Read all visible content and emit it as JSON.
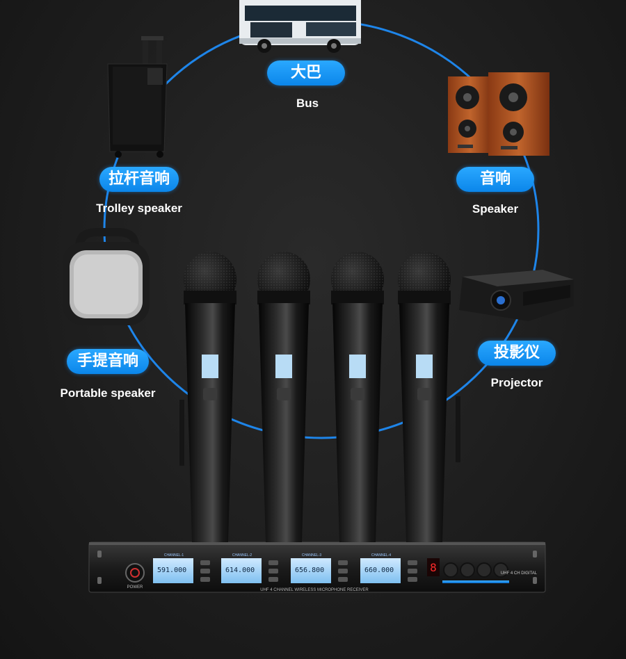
{
  "labels": {
    "bus": {
      "cn": "大巴",
      "en": "Bus"
    },
    "speaker": {
      "cn": "音响",
      "en": "Speaker"
    },
    "trolley": {
      "cn": "拉杆音响",
      "en": "Trolley speaker"
    },
    "projector": {
      "cn": "投影仪",
      "en": "Projector"
    },
    "portable": {
      "cn": "手提音响",
      "en": "Portable speaker"
    }
  },
  "receiver": {
    "title": "UHF 4 CHANNEL WIRELESS MICROPHONE RECEIVER",
    "power": "POWER",
    "brand": "UHF 4 CH DIGITAL",
    "channels": [
      {
        "label": "CHANNEL-1",
        "freq": "591.000"
      },
      {
        "label": "CHANNEL-2",
        "freq": "614.000"
      },
      {
        "label": "CHANNEL-3",
        "freq": "656.800"
      },
      {
        "label": "CHANNEL-4",
        "freq": "660.000"
      }
    ]
  },
  "colors": {
    "accent": "#0b86ea",
    "background": "#1c1c1c"
  }
}
